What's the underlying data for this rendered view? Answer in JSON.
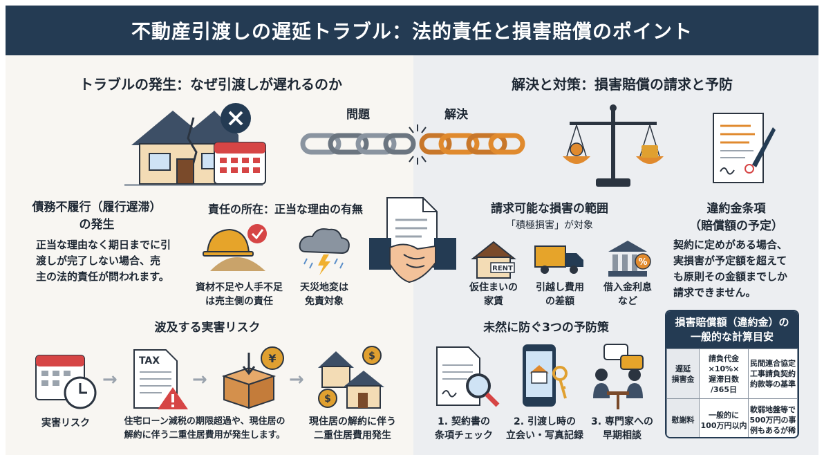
{
  "title": "不動産引渡しの遅延トラブル：法的責任と損害賠償のポイント",
  "left": {
    "heading": "トラブルの発生：なぜ引渡しが遅れるのか",
    "chain_problem": "問題",
    "chain_solution": "解決",
    "default": {
      "title_line1": "債務不履行（履行遅滞）",
      "title_line2": "の発生",
      "body": [
        "正当な理由なく期日までに引",
        "渡しが完了しない場合、売",
        "主の法的責任が問われます。"
      ]
    },
    "responsibility": {
      "title": "責任の所在：正当な理由の有無",
      "seller": [
        "資材不足や人手不足",
        "は売主側の責任"
      ],
      "disaster": [
        "天災地変は",
        "免責対象"
      ]
    },
    "risk": {
      "heading": "波及する実害リスク",
      "step1": "実害リスク",
      "step2_line1": "住宅ローン減税の期限超過や、現住居の",
      "step2_line2": "解約に伴う二重住居費用が発生します。",
      "step4": [
        "現住居の解約に伴う",
        "二重住居費用発生"
      ],
      "tax_label": "TAX",
      "yen_label": "¥",
      "dollar_label": "$"
    }
  },
  "right": {
    "heading": "解決と対策：損害賠償の請求と予防",
    "damages": {
      "title": "請求可能な損害の範囲",
      "subtitle": "「積極損害」が対象",
      "items": [
        [
          "仮住まいの",
          "家賃"
        ],
        [
          "引越し費用",
          "の差額"
        ],
        [
          "借入金利息",
          "など"
        ]
      ],
      "rent_label": "RENT",
      "percent_label": "%"
    },
    "penalty": {
      "title_line1": "違約金条項",
      "title_line2": "（賠償額の予定）",
      "body": [
        "契約に定めがある場合、",
        "実損害が予定額を超えて",
        "も原則その金額までしか",
        "請求できません。"
      ]
    },
    "prevention": {
      "heading": "未然に防ぐ3つの予防策",
      "items": [
        [
          "1. 契約書の",
          "条項チェック"
        ],
        [
          "2. 引渡し時の",
          "立会い・写真記録"
        ],
        [
          "3. 専門家への",
          "早期相談"
        ]
      ]
    },
    "calc": {
      "heading_line1": "損害賠償額（違約金）の",
      "heading_line2": "一般的な計算目安",
      "rows": [
        {
          "label": [
            "遅延",
            "損害金"
          ],
          "c1": [
            "請負代金",
            "×10%×",
            "遅滞日数",
            "/365日"
          ],
          "c2": [
            "民間連合協定",
            "工事請負契約",
            "約款等の基準"
          ]
        },
        {
          "label": [
            "慰謝料"
          ],
          "c1": [
            "一般的に",
            "100万円以内"
          ],
          "c2": [
            "軟弱地盤等で",
            "500万円の事",
            "例もあるが稀"
          ]
        }
      ]
    }
  },
  "colors": {
    "navy": "#243b53",
    "orange": "#e08a2e",
    "red": "#d64545",
    "beige": "#f8f6f2",
    "gray": "#eceef1"
  }
}
